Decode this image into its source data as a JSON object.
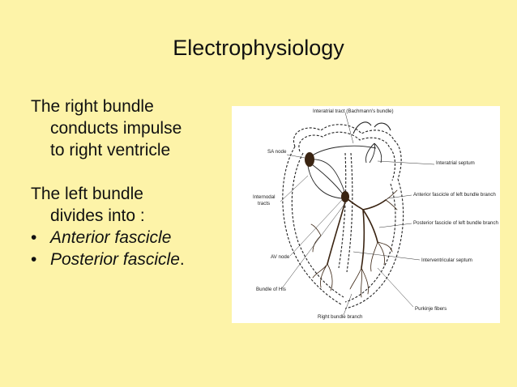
{
  "slide": {
    "title": "Electrophysiology",
    "right_bundle": {
      "line1": "The right bundle",
      "line2": "conducts impulse",
      "line3": "to right ventricle"
    },
    "left_bundle": {
      "line1": "The left bundle",
      "line2": "divides into :"
    },
    "bullets": [
      {
        "text": "Anterior fascicle",
        "suffix": ""
      },
      {
        "text": "Posterior fascicle",
        "suffix": "."
      }
    ],
    "bullet_glyph": "•"
  },
  "diagram": {
    "labels": {
      "interatrial_tract": "Interatrial tract (Bachmann's bundle)",
      "sa_node": "SA node",
      "interatrial_septum": "Interatrial septum",
      "internodal_tracts_1": "Internodal",
      "internodal_tracts_2": "tracts",
      "anterior_fascicle": "Anterior fascicle of left bundle branch",
      "posterior_fascicle": "Posterior fascicle of left bundle branch",
      "av_node": "AV node",
      "interventricular_septum": "Interventricular septum",
      "bundle_of_his": "Bundle of His",
      "purkinje": "Purkinje fibers",
      "right_bundle_branch": "Right bundle branch"
    },
    "colors": {
      "background": "#fdf3a8",
      "conduction": "#3a2412",
      "panel": "#ffffff"
    }
  }
}
